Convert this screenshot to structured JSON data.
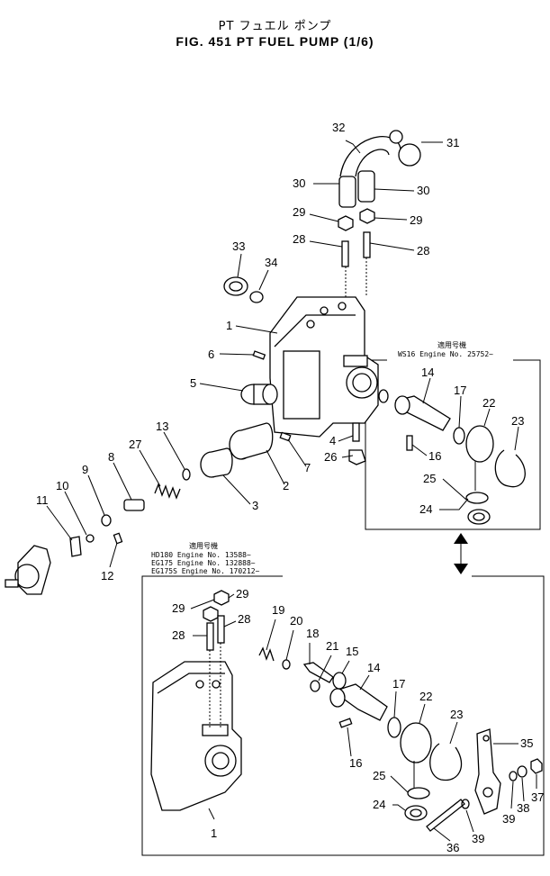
{
  "header": {
    "subtitle": "PT フュエル ポンプ",
    "title": "FIG. 451  PT FUEL PUMP (1/6)"
  },
  "inset_top": {
    "heading": "適用号機",
    "lines": [
      "WS16  Engine No. 25752~"
    ]
  },
  "inset_bottom": {
    "heading": "適用号機",
    "lines": [
      "HD180  Engine No. 13588~",
      "EG175  Engine No. 132888~",
      "EG175S Engine No. 170212~"
    ]
  },
  "callouts": [
    {
      "id": "c32",
      "label": "32"
    },
    {
      "id": "c31",
      "label": "31"
    },
    {
      "id": "c30a",
      "label": "30"
    },
    {
      "id": "c30b",
      "label": "30"
    },
    {
      "id": "c29a",
      "label": "29"
    },
    {
      "id": "c29b",
      "label": "29"
    },
    {
      "id": "c28a",
      "label": "28"
    },
    {
      "id": "c28b",
      "label": "28"
    },
    {
      "id": "c33",
      "label": "33"
    },
    {
      "id": "c34",
      "label": "34"
    },
    {
      "id": "c1a",
      "label": "1"
    },
    {
      "id": "c6",
      "label": "6"
    },
    {
      "id": "c5",
      "label": "5"
    },
    {
      "id": "c14a",
      "label": "14"
    },
    {
      "id": "c17a",
      "label": "17"
    },
    {
      "id": "c22a",
      "label": "22"
    },
    {
      "id": "c23a",
      "label": "23"
    },
    {
      "id": "c13",
      "label": "13"
    },
    {
      "id": "c27",
      "label": "27"
    },
    {
      "id": "c8",
      "label": "8"
    },
    {
      "id": "c9",
      "label": "9"
    },
    {
      "id": "c10",
      "label": "10"
    },
    {
      "id": "c11",
      "label": "11"
    },
    {
      "id": "c12",
      "label": "12"
    },
    {
      "id": "c3",
      "label": "3"
    },
    {
      "id": "c2",
      "label": "2"
    },
    {
      "id": "c7",
      "label": "7"
    },
    {
      "id": "c4",
      "label": "4"
    },
    {
      "id": "c26",
      "label": "26"
    },
    {
      "id": "c16a",
      "label": "16"
    },
    {
      "id": "c25a",
      "label": "25"
    },
    {
      "id": "c24a",
      "label": "24"
    },
    {
      "id": "c29c",
      "label": "29"
    },
    {
      "id": "c29d",
      "label": "29"
    },
    {
      "id": "c28c",
      "label": "28"
    },
    {
      "id": "c28d",
      "label": "28"
    },
    {
      "id": "c19",
      "label": "19"
    },
    {
      "id": "c20",
      "label": "20"
    },
    {
      "id": "c18",
      "label": "18"
    },
    {
      "id": "c21",
      "label": "21"
    },
    {
      "id": "c15",
      "label": "15"
    },
    {
      "id": "c14b",
      "label": "14"
    },
    {
      "id": "c17b",
      "label": "17"
    },
    {
      "id": "c22b",
      "label": "22"
    },
    {
      "id": "c23b",
      "label": "23"
    },
    {
      "id": "c35",
      "label": "35"
    },
    {
      "id": "c16b",
      "label": "16"
    },
    {
      "id": "c25b",
      "label": "25"
    },
    {
      "id": "c24b",
      "label": "24"
    },
    {
      "id": "c1b",
      "label": "1"
    },
    {
      "id": "c36",
      "label": "36"
    },
    {
      "id": "c39a",
      "label": "39"
    },
    {
      "id": "c39b",
      "label": "39"
    },
    {
      "id": "c38",
      "label": "38"
    },
    {
      "id": "c37",
      "label": "37"
    }
  ]
}
